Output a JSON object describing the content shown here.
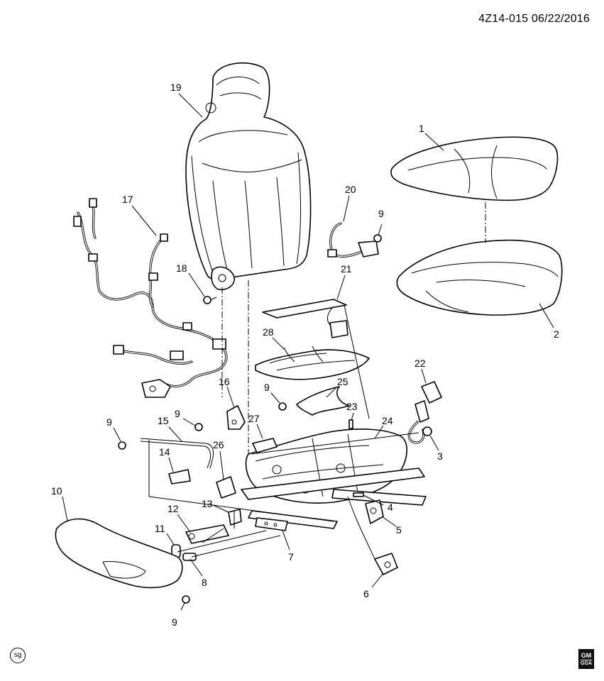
{
  "header": {
    "ref": "4Z14-015 06/22/2016"
  },
  "corner": {
    "left_mark": "sg",
    "gm_top": "GM",
    "gm_bottom": "GGA"
  },
  "callouts": [
    {
      "id": "c1",
      "text": "1"
    },
    {
      "id": "c2",
      "text": "2"
    },
    {
      "id": "c3",
      "text": "3"
    },
    {
      "id": "c4",
      "text": "4"
    },
    {
      "id": "c5",
      "text": "5"
    },
    {
      "id": "c6",
      "text": "6"
    },
    {
      "id": "c7",
      "text": "7"
    },
    {
      "id": "c8",
      "text": "8"
    },
    {
      "id": "c9a",
      "text": "9"
    },
    {
      "id": "c9b",
      "text": "9"
    },
    {
      "id": "c9c",
      "text": "9"
    },
    {
      "id": "c9d",
      "text": "9"
    },
    {
      "id": "c9e",
      "text": "9"
    },
    {
      "id": "c10",
      "text": "10"
    },
    {
      "id": "c11",
      "text": "11"
    },
    {
      "id": "c12",
      "text": "12"
    },
    {
      "id": "c13",
      "text": "13"
    },
    {
      "id": "c14",
      "text": "14"
    },
    {
      "id": "c15",
      "text": "15"
    },
    {
      "id": "c16",
      "text": "16"
    },
    {
      "id": "c17",
      "text": "17"
    },
    {
      "id": "c18",
      "text": "18"
    },
    {
      "id": "c19",
      "text": "19"
    },
    {
      "id": "c20",
      "text": "20"
    },
    {
      "id": "c21",
      "text": "21"
    },
    {
      "id": "c22",
      "text": "22"
    },
    {
      "id": "c23",
      "text": "23"
    },
    {
      "id": "c24",
      "text": "24"
    },
    {
      "id": "c25",
      "text": "25"
    },
    {
      "id": "c26",
      "text": "26"
    },
    {
      "id": "c27",
      "text": "27"
    },
    {
      "id": "c28",
      "text": "28"
    }
  ]
}
